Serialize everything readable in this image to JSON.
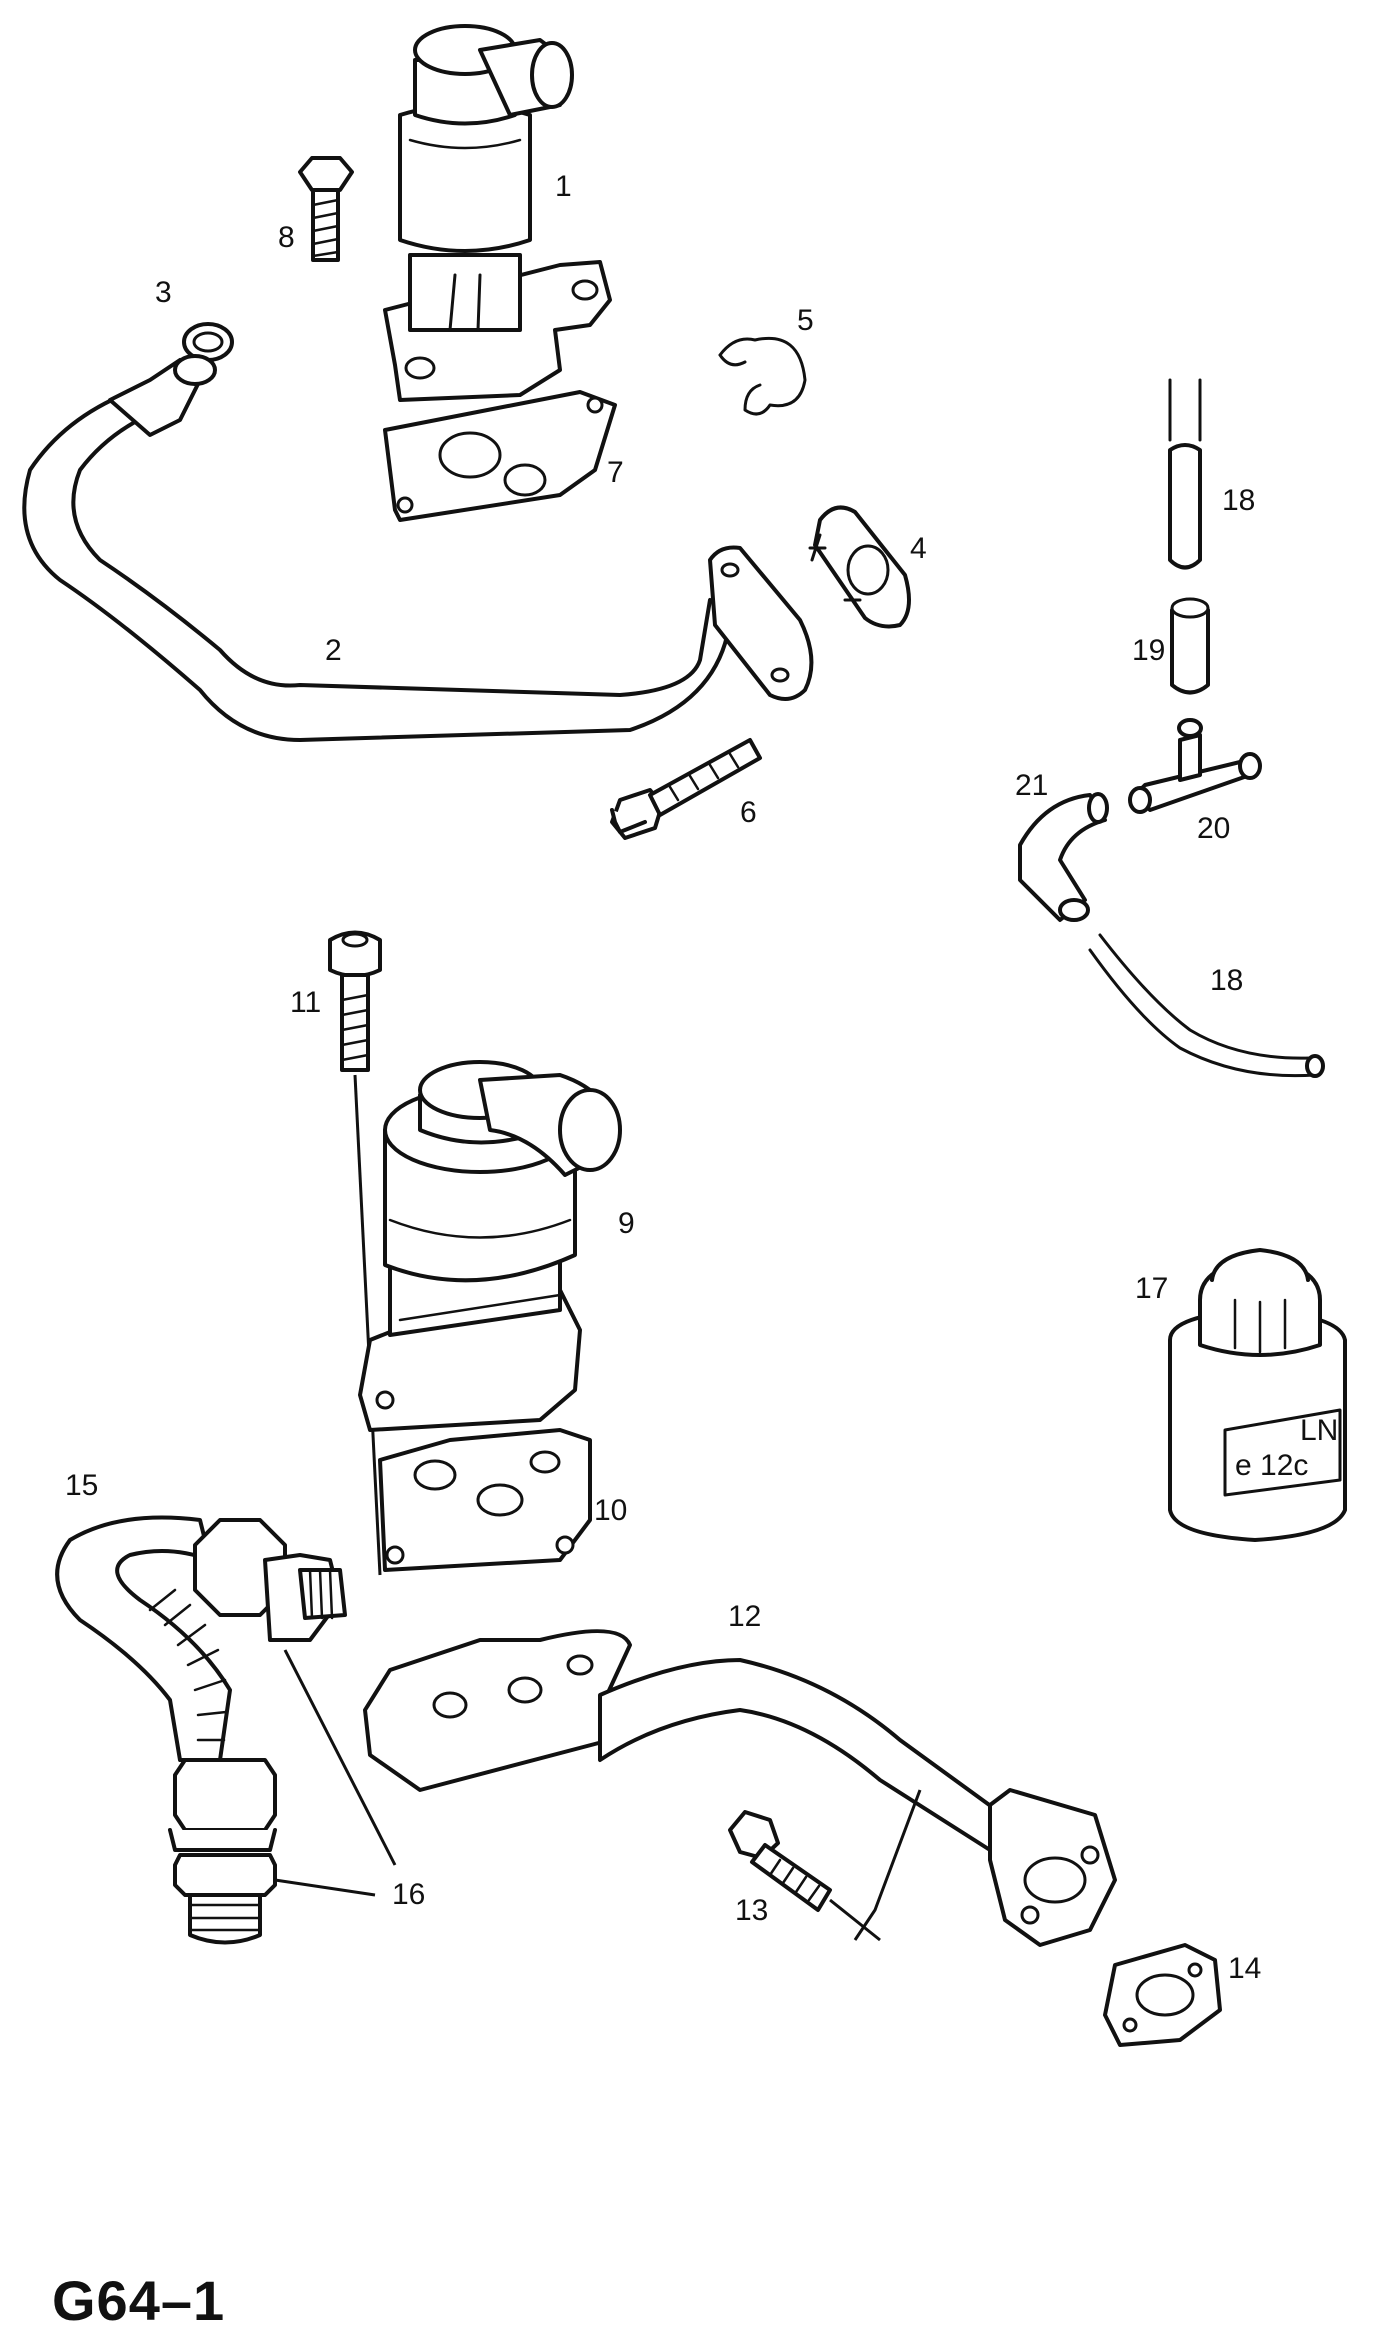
{
  "diagram": {
    "page_code": "G64–1",
    "callouts": [
      {
        "id": "c1",
        "label": "1"
      },
      {
        "id": "c2",
        "label": "2"
      },
      {
        "id": "c3",
        "label": "3"
      },
      {
        "id": "c4",
        "label": "4"
      },
      {
        "id": "c5",
        "label": "5"
      },
      {
        "id": "c6",
        "label": "6"
      },
      {
        "id": "c7",
        "label": "7"
      },
      {
        "id": "c8",
        "label": "8"
      },
      {
        "id": "c9",
        "label": "9"
      },
      {
        "id": "c10",
        "label": "10"
      },
      {
        "id": "c11",
        "label": "11"
      },
      {
        "id": "c12",
        "label": "12"
      },
      {
        "id": "c13",
        "label": "13"
      },
      {
        "id": "c14",
        "label": "14"
      },
      {
        "id": "c15",
        "label": "15"
      },
      {
        "id": "c16",
        "label": "16"
      },
      {
        "id": "c17",
        "label": "17"
      },
      {
        "id": "c18a",
        "label": "18"
      },
      {
        "id": "c18b",
        "label": "18"
      },
      {
        "id": "c19",
        "label": "19"
      },
      {
        "id": "c20",
        "label": "20"
      },
      {
        "id": "c21",
        "label": "21"
      }
    ],
    "container_label_text": "LN",
    "container_code_text": "e 12c"
  }
}
